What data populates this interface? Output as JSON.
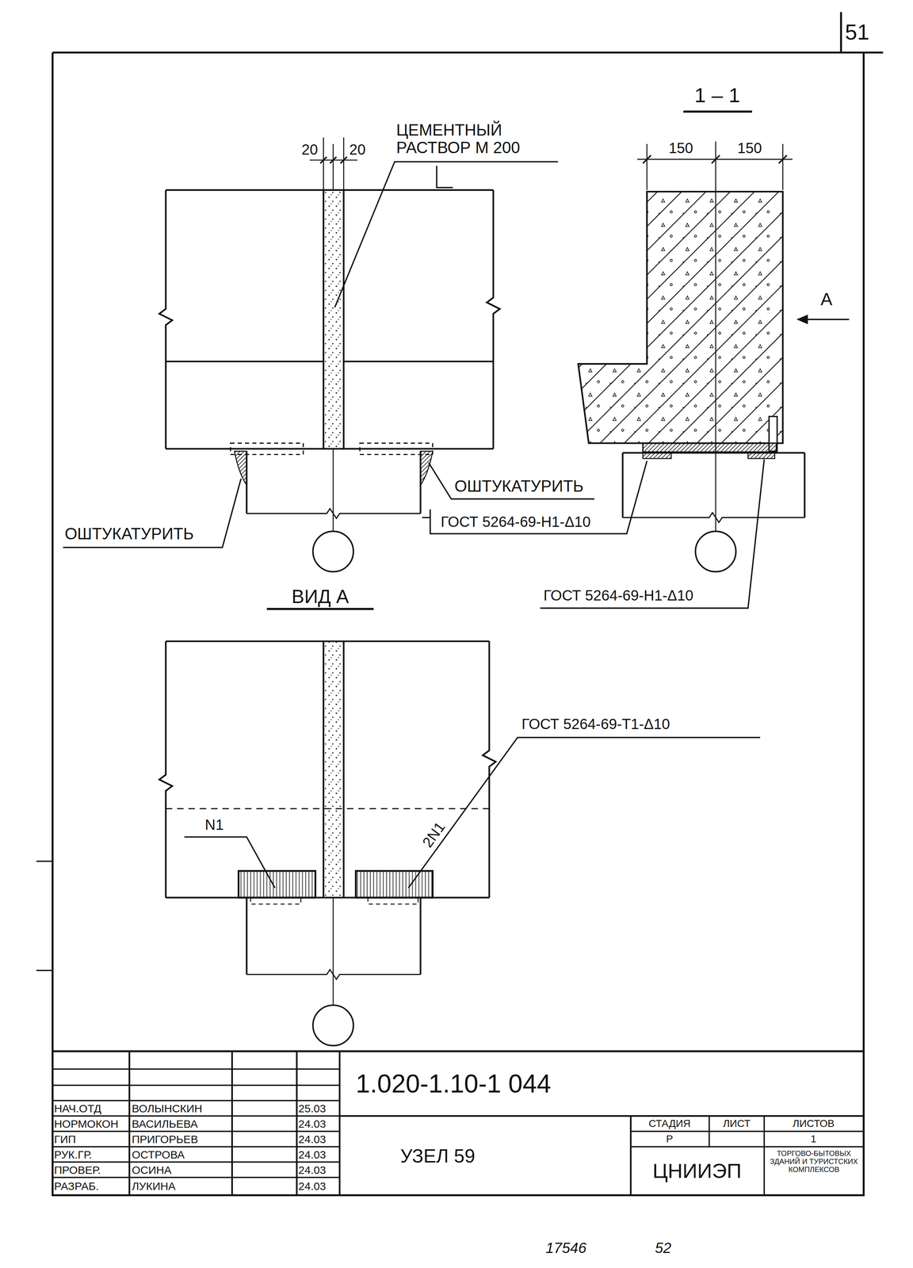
{
  "diagram": {
    "labels": [
      "51",
      "20",
      "20",
      "ЦЕМЕНТНЫЙ РАСТВОР М 200",
      "ОШТУКАТУРИТЬ",
      "ОШТУКАТУРИТЬ",
      "ГОСТ 5264-69-Н1-Δ10",
      "ГОСТ 5264-69-Н1-Δ10",
      "1 – 1",
      "150",
      "150",
      "А",
      "ВИД А",
      "ГОСТ 5264-69-Т1-Δ10",
      "N1",
      "2N1",
      "1.020-1.10-1 044",
      "УЗЕЛ 59",
      "НАЧ.ОТД",
      "ВОЛЫНСКИН",
      "25.03",
      "НОРМОКОН",
      "ВАСИЛЬЕВА",
      "24.03",
      "ГИП",
      "ПРИГОРЬЕВ",
      "24.03",
      "РУК.ГР.",
      "ОСТРОВА",
      "24.03",
      "ПРОВЕР.",
      "ОСИНА",
      "24.03",
      "РАЗРАБ.",
      "ЛУКИНА",
      "24.03",
      "СТАДИЯ",
      "ЛИСТ",
      "ЛИСТОВ",
      "Р",
      "1",
      "ЦНИИЭП",
      "ТОРГОВО-БЫТОВЫХ ЗДАНИЙ И ТУРИСТСКИХ КОМПЛЕКСОВ",
      "17546",
      "52"
    ]
  }
}
